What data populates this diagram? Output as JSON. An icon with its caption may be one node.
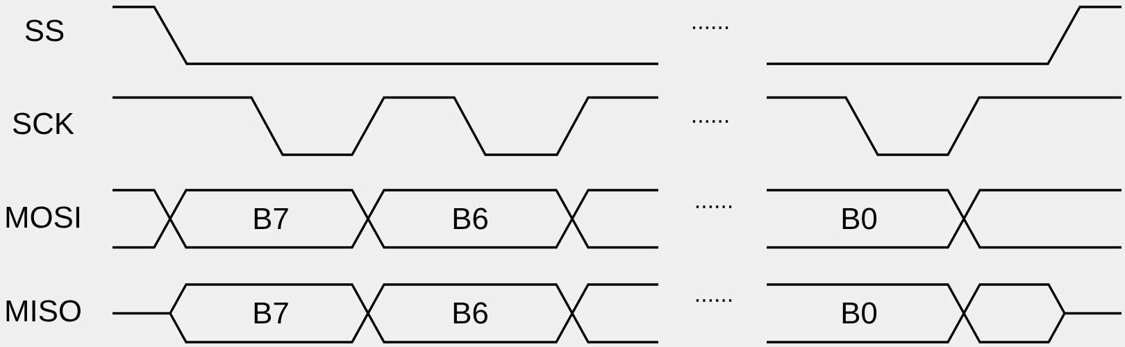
{
  "diagram": {
    "labels": [
      "SS",
      "......",
      "SCK",
      "......",
      "MOSI",
      "B7",
      "B6",
      "......",
      "B0",
      "MISO",
      "B7",
      "B6",
      "......",
      "B0"
    ]
  }
}
